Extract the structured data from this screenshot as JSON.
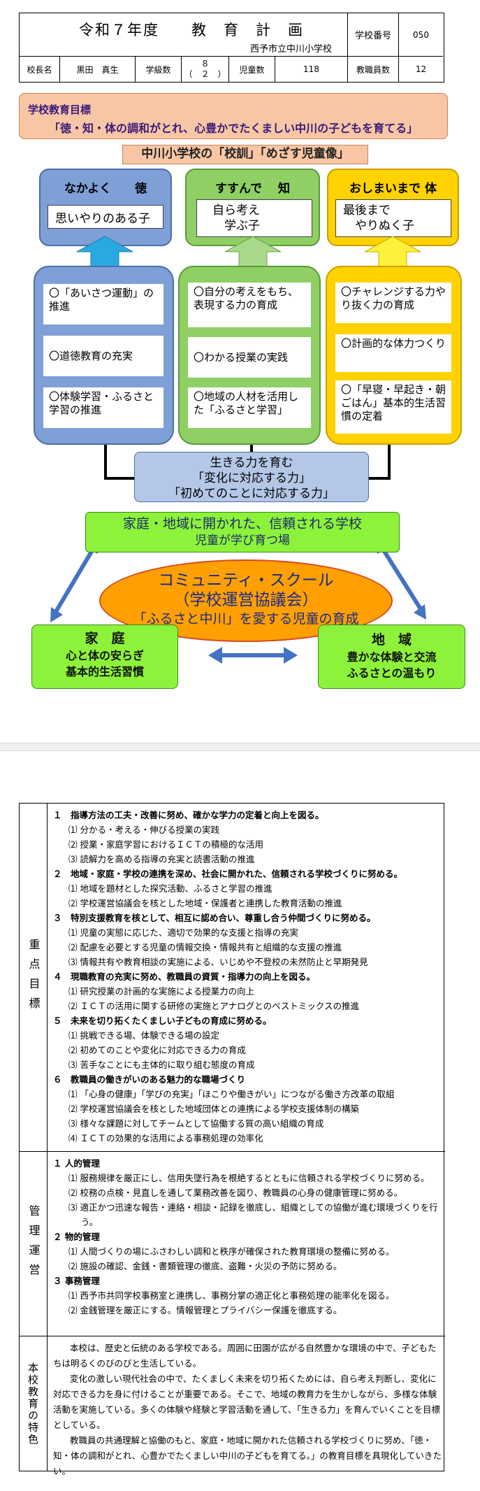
{
  "header": {
    "title": "令和７年度　　教　育　計　画",
    "school_name": "西予市立中川小学校",
    "school_number_label": "学校番号",
    "school_number": "050",
    "principal_label": "校長名",
    "principal_name": "黒田　真生",
    "classes_label": "学級数",
    "classes_value": "８",
    "classes_sub": "（　２　）",
    "students_label": "児童数",
    "students_value": "118",
    "staff_label": "教職員数",
    "staff_value": "12"
  },
  "goal": {
    "label": "学校教育目標",
    "text": "「徳・知・体の調和がとれ、心豊かでたくましい中川の子どもを育てる」"
  },
  "motto_banner": "中川小学校の「校訓」「めざす児童像」",
  "pillars": [
    {
      "title": "なかよく　　徳",
      "ideal": "思いやりのある子",
      "items": [
        "〇「あいさつ運動」の推進",
        "〇道徳教育の充実",
        "〇体験学習・ふるさと学習の推進"
      ]
    },
    {
      "title": "すすんで　 知",
      "ideal": "自ら考え\n　学ぶ子",
      "items": [
        "〇自分の考えをもち、表現する力の育成",
        "〇わかる授業の実践",
        "〇地域の人材を活用した「ふるさと学習」"
      ]
    },
    {
      "title": "おしまいまで 体",
      "ideal": "最後まで\n　やりぬく子",
      "items": [
        "〇チャレンジする力やり抜く力の育成",
        "〇計画的な体力つくり",
        "〇「早寝・早起き・朝ごはん」基本的生活習慣の定着"
      ]
    }
  ],
  "ikiru": [
    "生きる力を育む",
    "「変化に対応する力」",
    "「初めてのことに対応する力」"
  ],
  "open_school": [
    "家庭・地域に開かれた、信頼される学校",
    "児童が学び育つ場"
  ],
  "community": [
    "コミュニティ・スクール",
    "（学校運営協議会）",
    "「ふるさと中川」を愛する児童の育成"
  ],
  "home": [
    "家　庭",
    "心と体の安らぎ",
    "基本的生活習慣"
  ],
  "region": [
    "地　域",
    "豊かな体験と交流",
    "ふるさとの温もり"
  ],
  "colors": {
    "goal_bg": "#f8c6a4",
    "blue_pillar": "#7f9fd7",
    "green_pillar": "#8fcf63",
    "yellow_pillar": "#ffd200",
    "green_band": "#8df23a",
    "community_orange": "#ffa000",
    "arrow_blue": "#4472c4"
  },
  "priority": {
    "side": "重点目標",
    "lines": [
      {
        "t": "h",
        "v": "１　指導方法の工夫・改善に努め、確かな学力の定着と向上を図る。"
      },
      {
        "t": "s",
        "v": "⑴  分かる・考える・伸びる授業の実践"
      },
      {
        "t": "s",
        "v": "⑵  授業・家庭学習におけるＩＣＴの積極的な活用"
      },
      {
        "t": "s",
        "v": "⑶  読解力を高める指導の充実と読書活動の推進"
      },
      {
        "t": "h",
        "v": "２　地域・家庭・学校の連携を深め、社会に開かれた、信頼される学校づくりに努める。"
      },
      {
        "t": "s",
        "v": "⑴  地域を題材とした探究活動、ふるさと学習の推進"
      },
      {
        "t": "s",
        "v": "⑵  学校運営協議会を核とした地域・保護者と連携した教育活動の推進"
      },
      {
        "t": "h",
        "v": "３　特別支援教育を核として、相互に認め合い、尊重し合う仲間づくりに努める。"
      },
      {
        "t": "s",
        "v": "⑴  児童の実態に応じた、適切で効果的な支援と指導の充実"
      },
      {
        "t": "s",
        "v": "⑵  配慮を必要とする児童の情報交換・情報共有と組織的な支援の推進"
      },
      {
        "t": "s",
        "v": "⑶  情報共有や教育相談の実施による、いじめや不登校の未然防止と早期発見"
      },
      {
        "t": "h",
        "v": "４　現職教育の充実に努め、教職員の資質・指導力の向上を図る。"
      },
      {
        "t": "s",
        "v": "⑴  研究授業の計画的な実施による授業力の向上"
      },
      {
        "t": "s",
        "v": "⑵  ＩＣＴの活用に関する研修の実施とアナログとのベストミックスの推進"
      },
      {
        "t": "h",
        "v": "５　未来を切り拓くたくましい子どもの育成に努める。"
      },
      {
        "t": "s",
        "v": "⑴  挑戦できる場、体験できる場の設定"
      },
      {
        "t": "s",
        "v": "⑵  初めてのことや変化に対応できる力の育成"
      },
      {
        "t": "s",
        "v": "⑶  苦手なことにも主体的に取り組む態度の育成"
      },
      {
        "t": "h",
        "v": "６　教職員の働きがいのある魅力的な職場づくり"
      },
      {
        "t": "s",
        "v": "⑴  「心身の健康」「学びの充実」「ほこりや働きがい」につながる働き方改革の取組"
      },
      {
        "t": "s",
        "v": "⑵  学校運営協議会を核とした地域団体との連携による学校支援体制の構築"
      },
      {
        "t": "s",
        "v": "⑶  様々な課題に対してチームとして協働する質の高い組織の育成"
      },
      {
        "t": "s",
        "v": "⑷  ＩＣＴの効果的な活用による事務処理の効率化"
      }
    ]
  },
  "management": {
    "side": "管理運営",
    "lines": [
      {
        "t": "h",
        "v": "１ 人的管理"
      },
      {
        "t": "g",
        "v": "⑴  服務規律を厳正にし、信用失墜行為を根絶するとともに信頼される学校づくりに努める。"
      },
      {
        "t": "g",
        "v": "⑵  校務の点検・見直しを通して業務改善を図り、教職員の心身の健康管理に努める。"
      },
      {
        "t": "g",
        "v": "⑶  適正かつ迅速な報告・連絡・相談・記録を徹底し、組織としての協働が進む環境づくりを行う。"
      },
      {
        "t": "h",
        "v": "２ 物的管理"
      },
      {
        "t": "s",
        "v": "⑴  人間づくりの場にふさわしい調和と秩序が確保された教育環境の整備に努める。"
      },
      {
        "t": "s",
        "v": "⑵  施設の確認、金銭・書類管理の徹底、盗難・火災の予防に努める。"
      },
      {
        "t": "h",
        "v": "３ 事務管理"
      },
      {
        "t": "s",
        "v": "⑴  西予市共同学校事務室と連携し、事務分掌の適正化と事務処理の能率化を図る。"
      },
      {
        "t": "s",
        "v": "⑵  金銭管理を厳正にする。情報管理とプライバシー保護を徹底する。"
      }
    ]
  },
  "features": {
    "side": "本校教育の特色",
    "paragraphs": [
      "本校は、歴史と伝統のある学校である。周囲に田園が広がる自然豊かな環境の中で、子どもたちは明るくのびのびと生活している。",
      "変化の激しい現代社会の中で、たくましく未来を切り拓くためには、自ら考え判断し、変化に対応できる力を身に付けることが重要である。そこで、地域の教育力を生かしながら、多様な体験活動を実施している。多くの体験や経験と学習活動を通して、「生きる力」を育んでいくことを目標としている。",
      "教職員の共通理解と協働のもと、家庭・地域に開かれた信頼される学校づくりに努め、「徳・知・体の調和がとれ、心豊かでたくましい中川の子どもを育てる。」の教育目標を具現化していきたい。"
    ]
  }
}
